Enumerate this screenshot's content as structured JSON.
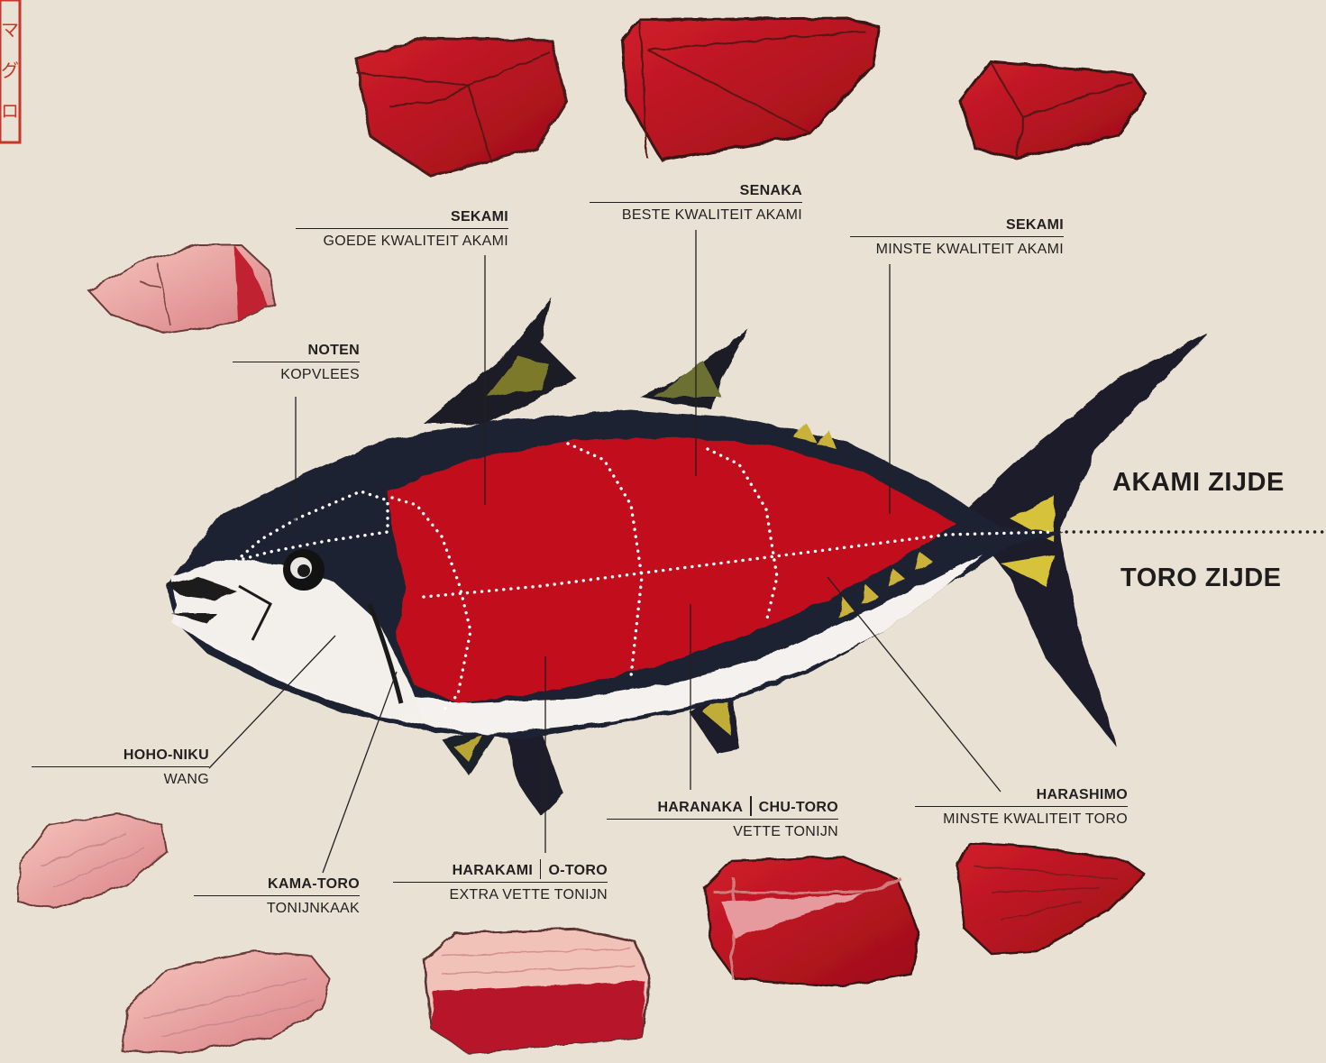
{
  "stamp": {
    "text": "マグロ",
    "color": "#c8352a"
  },
  "colors": {
    "paper": "#e9e2d4",
    "akami_red": "#c2111c",
    "fish_dark": "#1f2330",
    "ink": "#231f20"
  },
  "sides": {
    "akami": "AKAMI ZIJDE",
    "toro": "TORO ZIJDE"
  },
  "labels": {
    "sekami_top": {
      "title": "SEKAMI",
      "sub": "GOEDE KWALITEIT AKAMI"
    },
    "senaka": {
      "title": "SENAKA",
      "sub": "BESTE KWALITEIT AKAMI"
    },
    "sekami_tail": {
      "title": "SEKAMI",
      "sub": "MINSTE KWALITEIT AKAMI"
    },
    "noten": {
      "title": "NOTEN",
      "sub": "KOPVLEES"
    },
    "hoho_niku": {
      "title": "HOHO-NIKU",
      "sub": "WANG"
    },
    "kama_toro": {
      "title": "KAMA-TORO",
      "sub": "TONIJNKAAK"
    },
    "harakami": {
      "title_a": "HARAKAMI",
      "title_b": "O-TORO",
      "sub": "EXTRA VETTE TONIJN"
    },
    "haranaka": {
      "title_a": "HARANAKA",
      "title_b": "CHU-TORO",
      "sub": "VETTE TONIJN"
    },
    "harashimo": {
      "title": "HARASHIMO",
      "sub": "MINSTE KWALITEIT TORO"
    }
  }
}
